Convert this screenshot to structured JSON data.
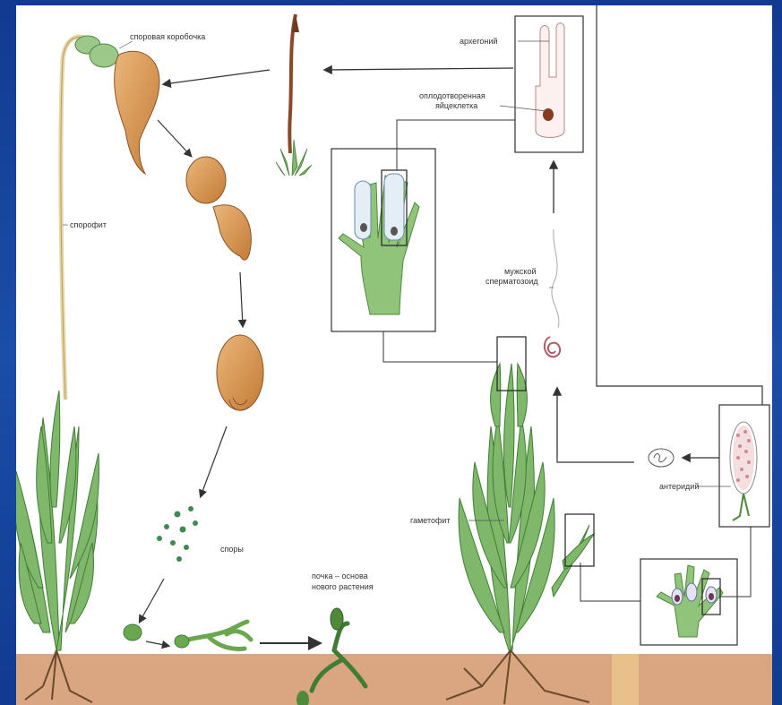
{
  "labels": {
    "capsule": "споровая коробочка",
    "sporophyte": "спорофит",
    "archegonium": "архегоний",
    "fertilized_egg_line1": "оплодотворенная",
    "fertilized_egg_line2": "яйцеклетка",
    "sperm_line1": "мужской",
    "sperm_line2": "сперматозоид",
    "antheridium": "антеридий",
    "gametophyte": "гаметофит",
    "spores": "споры",
    "bud_line1": "почка – основа",
    "bud_line2": "нового растения"
  },
  "colors": {
    "background": "#1a4ea8",
    "panel": "#ffffff",
    "leaf": "#6aa84f",
    "leaf_dark": "#3f7d34",
    "capsule": "#d99a56",
    "soil": "#d9a681",
    "box_stroke": "#333333"
  }
}
